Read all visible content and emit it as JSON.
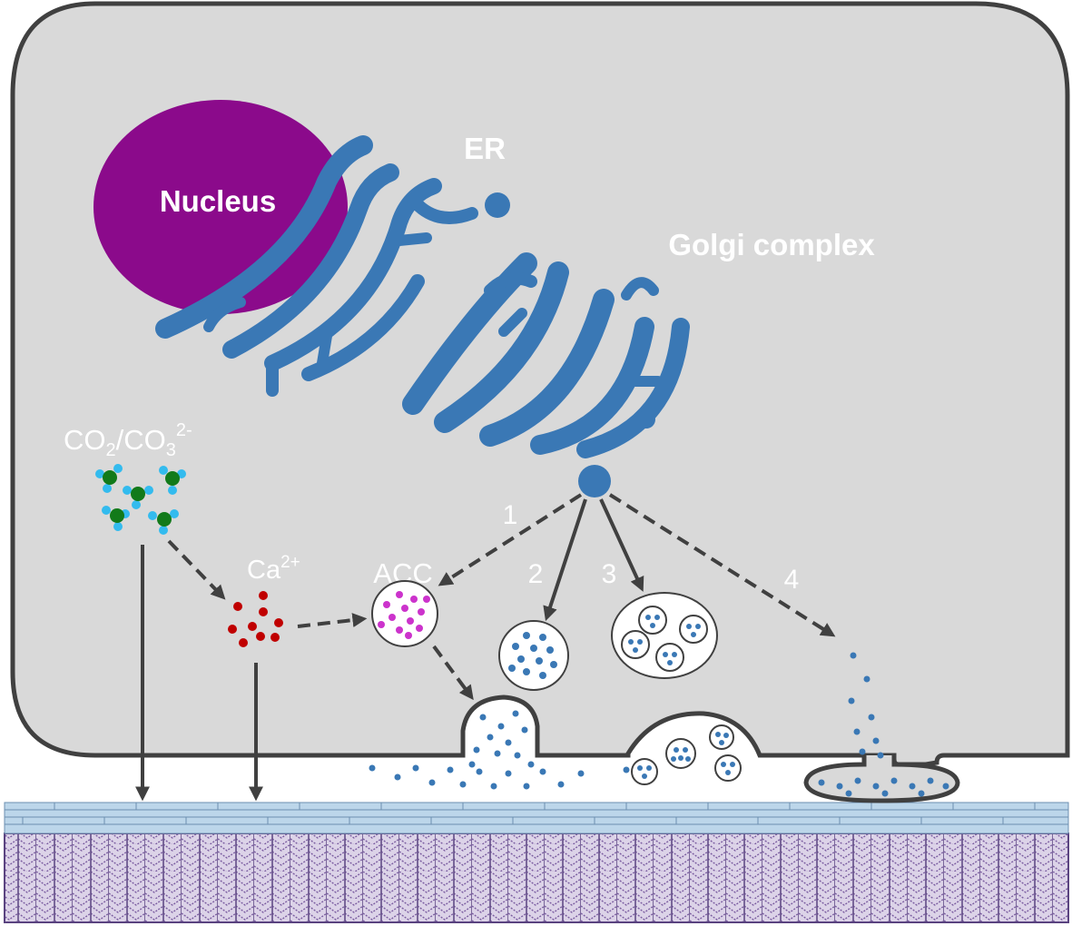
{
  "labels": {
    "nucleus": "Nucleus",
    "er": "ER",
    "golgi": "Golgi complex",
    "co2_a": "CO",
    "co2_sub": "2",
    "co2_b": "/CO",
    "co3_sub": "3",
    "co3_sup": "2-",
    "ca": "Ca",
    "ca_sup": "2+",
    "acc": "ACC",
    "path1": "1",
    "path2": "2",
    "path3": "3",
    "path4": "4"
  },
  "colors": {
    "cell_fill": "#d9d9d9",
    "cell_stroke": "#404040",
    "nucleus": "#8b0a8b",
    "organelle": "#3a78b5",
    "calcium": "#c00000",
    "acc_particles": "#cc33cc",
    "carbon": "#127a1a",
    "oxygen": "#33bbee",
    "arrow": "#404040",
    "substrate_top": "#bcd6ea",
    "substrate_body": "#d8cfe6",
    "substrate_hatch": "#7a5ca0"
  },
  "icons": [
    "dashed-arrow",
    "solid-arrow",
    "vesicle",
    "multivesicular-body",
    "carbonate-molecule"
  ]
}
